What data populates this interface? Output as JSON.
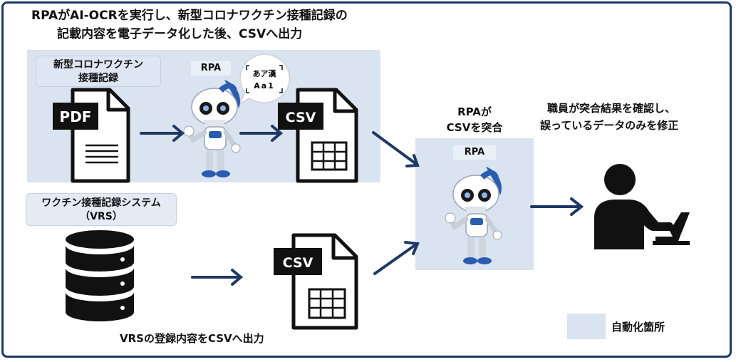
{
  "title": {
    "line1": "RPAがAI-OCRを実行し、新型コロナワクチン接種記録の",
    "line2": "記載内容を電子データ化した後、CSVへ出力"
  },
  "vaccine_record_label": {
    "line1": "新型コロナワクチン",
    "line2": "接種記録"
  },
  "pdf_label": "PDF",
  "csv_label": "CSV",
  "rpa_label": "RPA",
  "ocr_bubble": {
    "line1": "あア漢",
    "line2": "Aa1"
  },
  "vrs_label": {
    "line1": "ワクチン接種記録システム",
    "line2": "（VRS）"
  },
  "vrs_caption": "VRSの登録内容をCSVへ出力",
  "match_label": {
    "line1": "RPAが",
    "line2": "CSVを突合"
  },
  "staff_text": {
    "line1": "職員が突合結果を確認し、",
    "line2": "誤っているデータのみを修正"
  },
  "legend_label": "自動化箇所",
  "colors": {
    "automation_fill": "#dae3f0",
    "arrow": "#1f3864",
    "frame": "#1f3864"
  }
}
